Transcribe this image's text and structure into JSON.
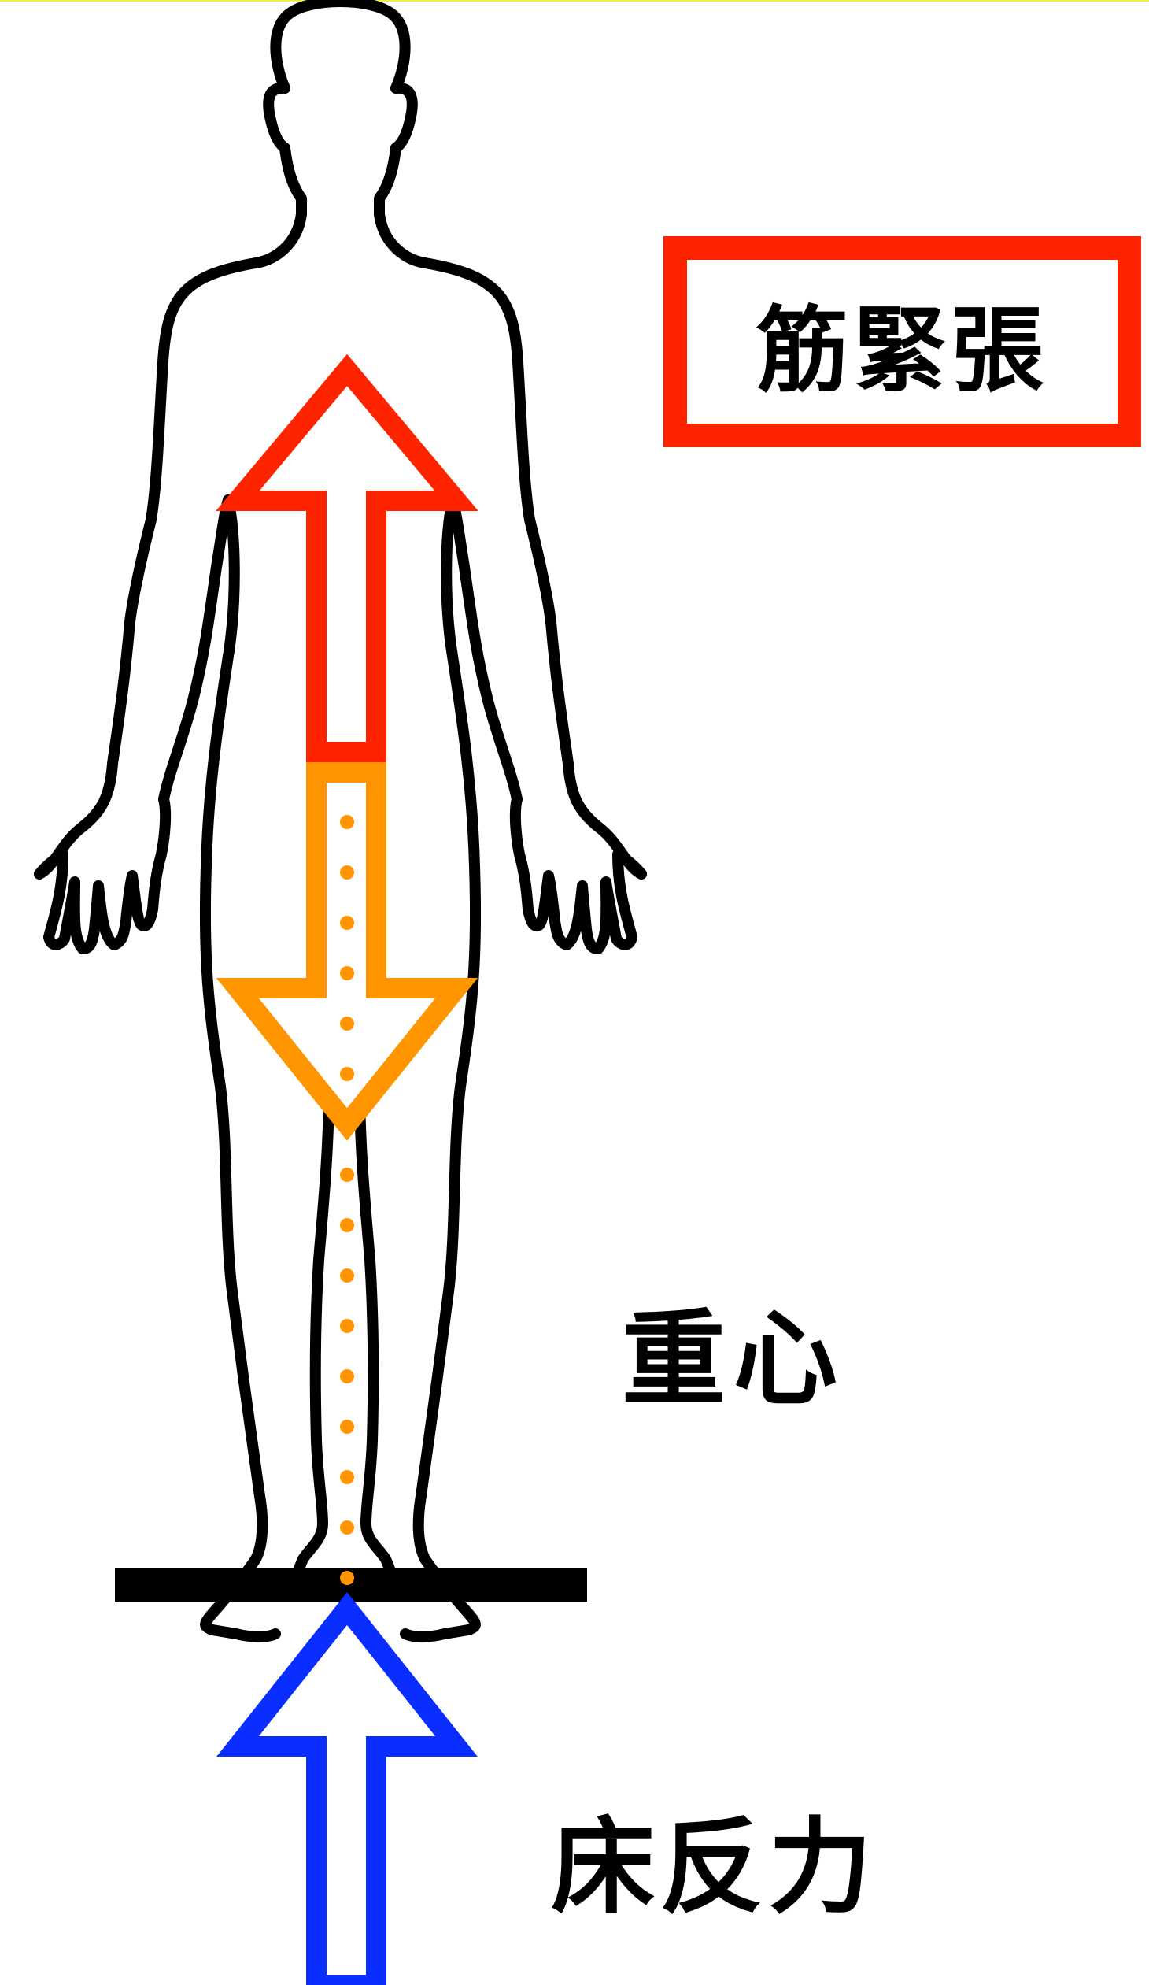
{
  "labels": {
    "muscle_tension": "筋緊張",
    "center_of_gravity": "重心",
    "floor_reaction": "床反力"
  },
  "colors": {
    "tension_arrow": "#ff2400",
    "gravity_arrow": "#ff9600",
    "reaction_arrow": "#0a2eff",
    "center_marker": "#1aa3f0",
    "gravity_dots": "#ff9600",
    "body_outline": "#000000",
    "floor": "#000000"
  }
}
